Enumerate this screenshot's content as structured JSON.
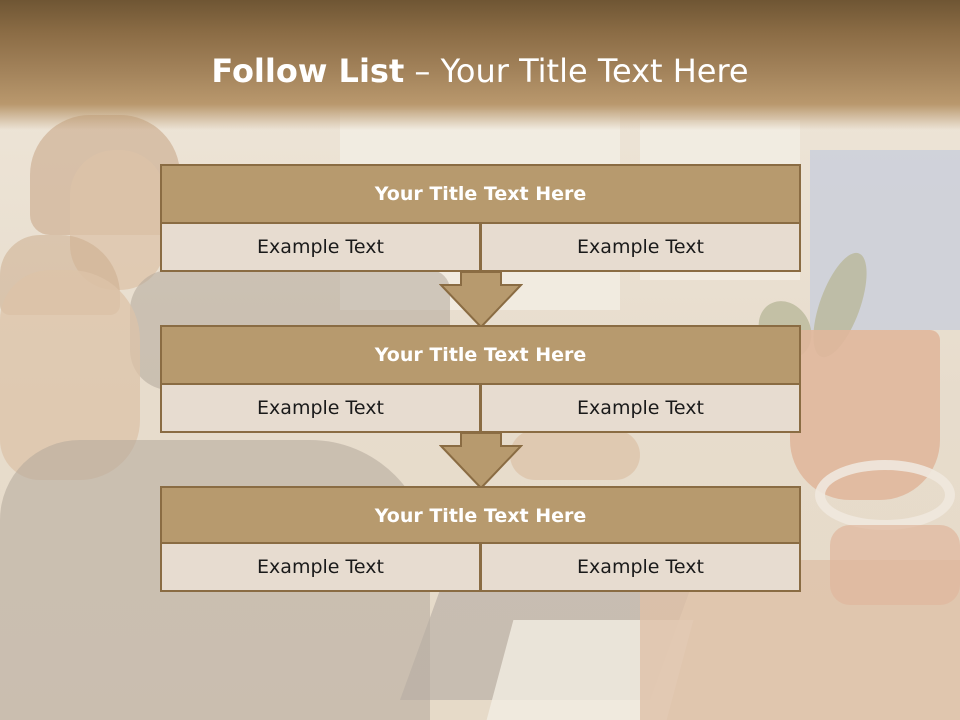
{
  "slide": {
    "title_bold": "Follow List",
    "title_rest": "– Your Title Text Here"
  },
  "steps": [
    {
      "title": "Your Title Text Here",
      "left": "Example Text",
      "right": "Example Text"
    },
    {
      "title": "Your Title Text Here",
      "left": "Example Text",
      "right": "Example Text"
    },
    {
      "title": "Your Title Text Here",
      "left": "Example Text",
      "right": "Example Text"
    }
  ],
  "colors": {
    "header": "#8b6c45",
    "block_title": "#b79a6e",
    "block_border": "#8a6c43",
    "cell": "#e7dcd0",
    "arrow": "#b79a6e"
  }
}
